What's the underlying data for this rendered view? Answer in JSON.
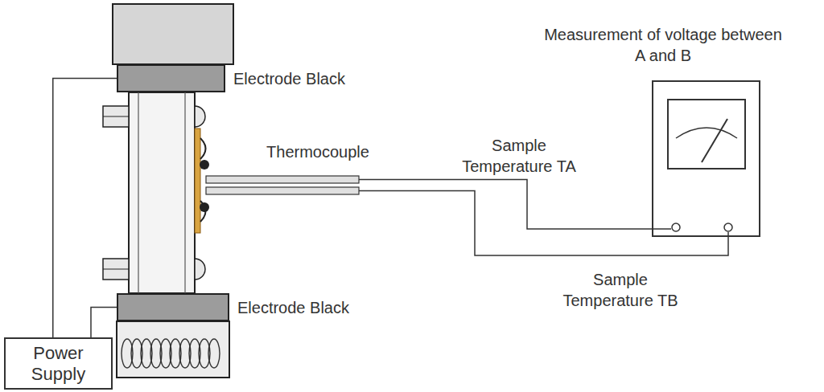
{
  "diagram": {
    "nodes": [
      {
        "text": [
          "Electrode Black"
        ]
      },
      {
        "text": [
          "Measurement of voltage between A and B"
        ]
      },
      {
        "text": [
          "Electrode Black"
        ]
      },
      {
        "text": [
          "Power Supply"
        ]
      }
    ],
    "edges": [
      {
        "from": 3,
        "to": 0,
        "arrow": "none"
      },
      {
        "from": 3,
        "to": 2,
        "arrow": "none"
      }
    ],
    "labels": [
      "Thermocouple",
      "Sample Temperature TA",
      "Sample Temperature TB"
    ]
  }
}
